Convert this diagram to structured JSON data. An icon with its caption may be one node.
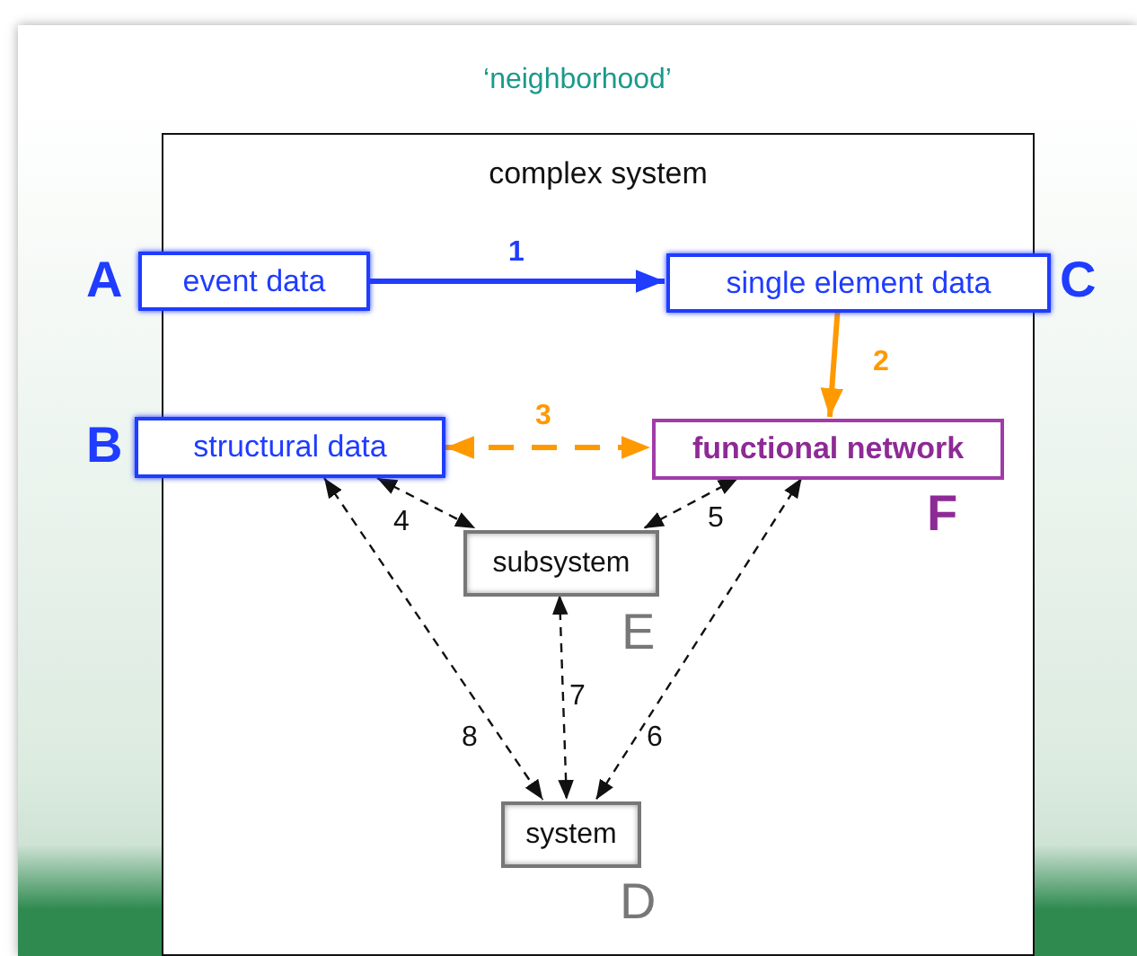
{
  "diagram": {
    "nodes": [
      {
        "text": [
          "‘neighborhood’"
        ]
      },
      {
        "text": [
          "complex system"
        ],
        "in": 0
      },
      {
        "text": [
          "event data"
        ],
        "in": 0,
        "beside": [
          "A"
        ]
      },
      {
        "text": [
          "single element data"
        ],
        "in": 1,
        "beside": [
          "C"
        ]
      },
      {
        "text": [
          "structural data"
        ],
        "in": 0,
        "beside": [
          "B"
        ]
      },
      {
        "text": [
          "functional network"
        ],
        "in": 1,
        "beside": [
          "F"
        ]
      },
      {
        "text": [
          "subsystem"
        ],
        "in": 1,
        "beside": [
          "E"
        ]
      },
      {
        "text": [
          "system"
        ],
        "in": 1,
        "beside": [
          "D"
        ]
      }
    ],
    "edges": [
      {
        "from": 2,
        "to": 3,
        "arrow": "to",
        "label": "1",
        "style": "thick",
        "color": "#1f3cff"
      },
      {
        "from": 3,
        "to": 5,
        "arrow": "to",
        "label": "2",
        "style": "thick",
        "color": "#ff9900"
      },
      {
        "from": 4,
        "to": 5,
        "arrow": "both",
        "label": "3",
        "style": "dashed",
        "color": "#ff9900"
      },
      {
        "from": 4,
        "to": 6,
        "arrow": "both",
        "label": "4",
        "style": "dashed"
      },
      {
        "from": 5,
        "to": 6,
        "arrow": "both",
        "label": "5",
        "style": "dashed"
      },
      {
        "from": 5,
        "to": 7,
        "arrow": "both",
        "label": "6",
        "style": "dashed"
      },
      {
        "from": 6,
        "to": 7,
        "arrow": "both",
        "label": "7",
        "style": "dashed"
      },
      {
        "from": 4,
        "to": 7,
        "arrow": "both",
        "label": "8",
        "style": "dashed"
      }
    ]
  }
}
